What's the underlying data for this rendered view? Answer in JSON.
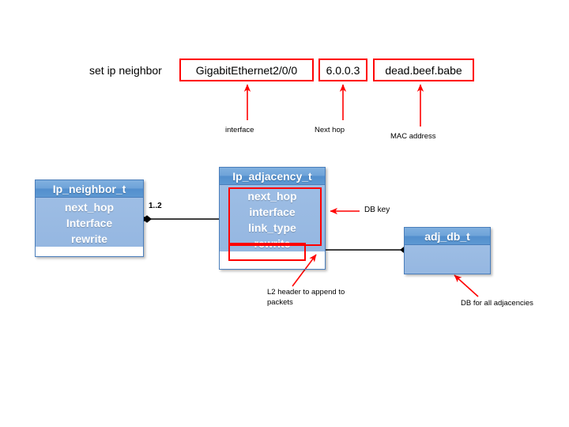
{
  "command_line": {
    "prefix_label": "set ip neighbor",
    "tokens": [
      {
        "value": "GigabitEthernet2/0/0",
        "annotation": "interface"
      },
      {
        "value": "6.0.0.3",
        "annotation": "Next hop"
      },
      {
        "value": "dead.beef.babe",
        "annotation": "MAC address"
      }
    ]
  },
  "diagram": {
    "classes": [
      {
        "name": "ip_neighbor_class",
        "title": "Ip_neighbor_t",
        "fields": [
          "next_hop",
          "Interface",
          "rewrite"
        ]
      },
      {
        "name": "ip_adjacency_class",
        "title": "Ip_adjacency_t",
        "fields": [
          "next_hop",
          "interface",
          "link_type",
          "rewrite"
        ]
      },
      {
        "name": "adj_db_class",
        "title": "adj_db_t",
        "fields": []
      }
    ],
    "relations": [
      {
        "name": "neighbor-to-adjacency",
        "multiplicity": "1..2"
      },
      {
        "name": "adjacency-to-db",
        "multiplicity": ""
      }
    ],
    "callouts": [
      {
        "name": "db-key-callout",
        "text": "DB key"
      },
      {
        "name": "l2-header-callout",
        "text": "L2 header to append to packets"
      },
      {
        "name": "db-all-adjacencies-callout",
        "text": "DB for all adjacencies"
      }
    ]
  },
  "colors": {
    "accent_red": "#ff0000",
    "class_header_blue": "#5b94d1",
    "class_body_blue": "#95b7e1",
    "class_border_blue": "#4a7ebb",
    "connector_black": "#000000"
  }
}
